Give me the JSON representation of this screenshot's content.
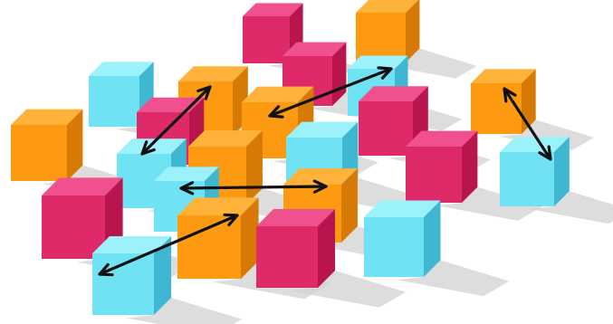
{
  "colors": {
    "background": "#ffffff",
    "shadow": "#d2d2d2",
    "arrow": "#111111",
    "magenta": {
      "top": "#f0508e",
      "front": "#df2a6a",
      "side": "#b8154f"
    },
    "orange": {
      "top": "#ffb23a",
      "front": "#fd9a12",
      "side": "#d67a05"
    },
    "cyan": {
      "top": "#9cf2fb",
      "front": "#6fe3f4",
      "side": "#3fb6d2"
    }
  },
  "cubes": [
    {
      "id": "m1",
      "color": "magenta"
    },
    {
      "id": "o1",
      "color": "orange"
    },
    {
      "id": "m2",
      "color": "magenta"
    },
    {
      "id": "c1",
      "color": "cyan"
    },
    {
      "id": "c2",
      "color": "cyan"
    },
    {
      "id": "o2",
      "color": "orange"
    },
    {
      "id": "o3",
      "color": "orange"
    },
    {
      "id": "m3",
      "color": "magenta"
    },
    {
      "id": "o4",
      "color": "orange"
    },
    {
      "id": "m4",
      "color": "magenta"
    },
    {
      "id": "o5",
      "color": "orange"
    },
    {
      "id": "c3",
      "color": "cyan"
    },
    {
      "id": "m5",
      "color": "magenta"
    },
    {
      "id": "c4",
      "color": "cyan"
    },
    {
      "id": "c5",
      "color": "cyan"
    },
    {
      "id": "o6",
      "color": "orange"
    },
    {
      "id": "c6",
      "color": "cyan"
    },
    {
      "id": "m6",
      "color": "magenta"
    },
    {
      "id": "o7",
      "color": "orange"
    },
    {
      "id": "o8",
      "color": "orange"
    },
    {
      "id": "m7",
      "color": "magenta"
    },
    {
      "id": "c7",
      "color": "cyan"
    },
    {
      "id": "c8",
      "color": "cyan"
    }
  ],
  "arrows": [
    {
      "id": "a1",
      "from": "c2",
      "to": "o2",
      "style": "double-headed"
    },
    {
      "id": "a2",
      "from": "o3",
      "to": "c1",
      "style": "double-headed"
    },
    {
      "id": "a3",
      "from": "o4",
      "to": "c3",
      "style": "double-headed"
    },
    {
      "id": "a4",
      "from": "c5",
      "to": "o6",
      "style": "double-headed"
    },
    {
      "id": "a5",
      "from": "c8",
      "to": "o7",
      "style": "double-headed"
    }
  ]
}
